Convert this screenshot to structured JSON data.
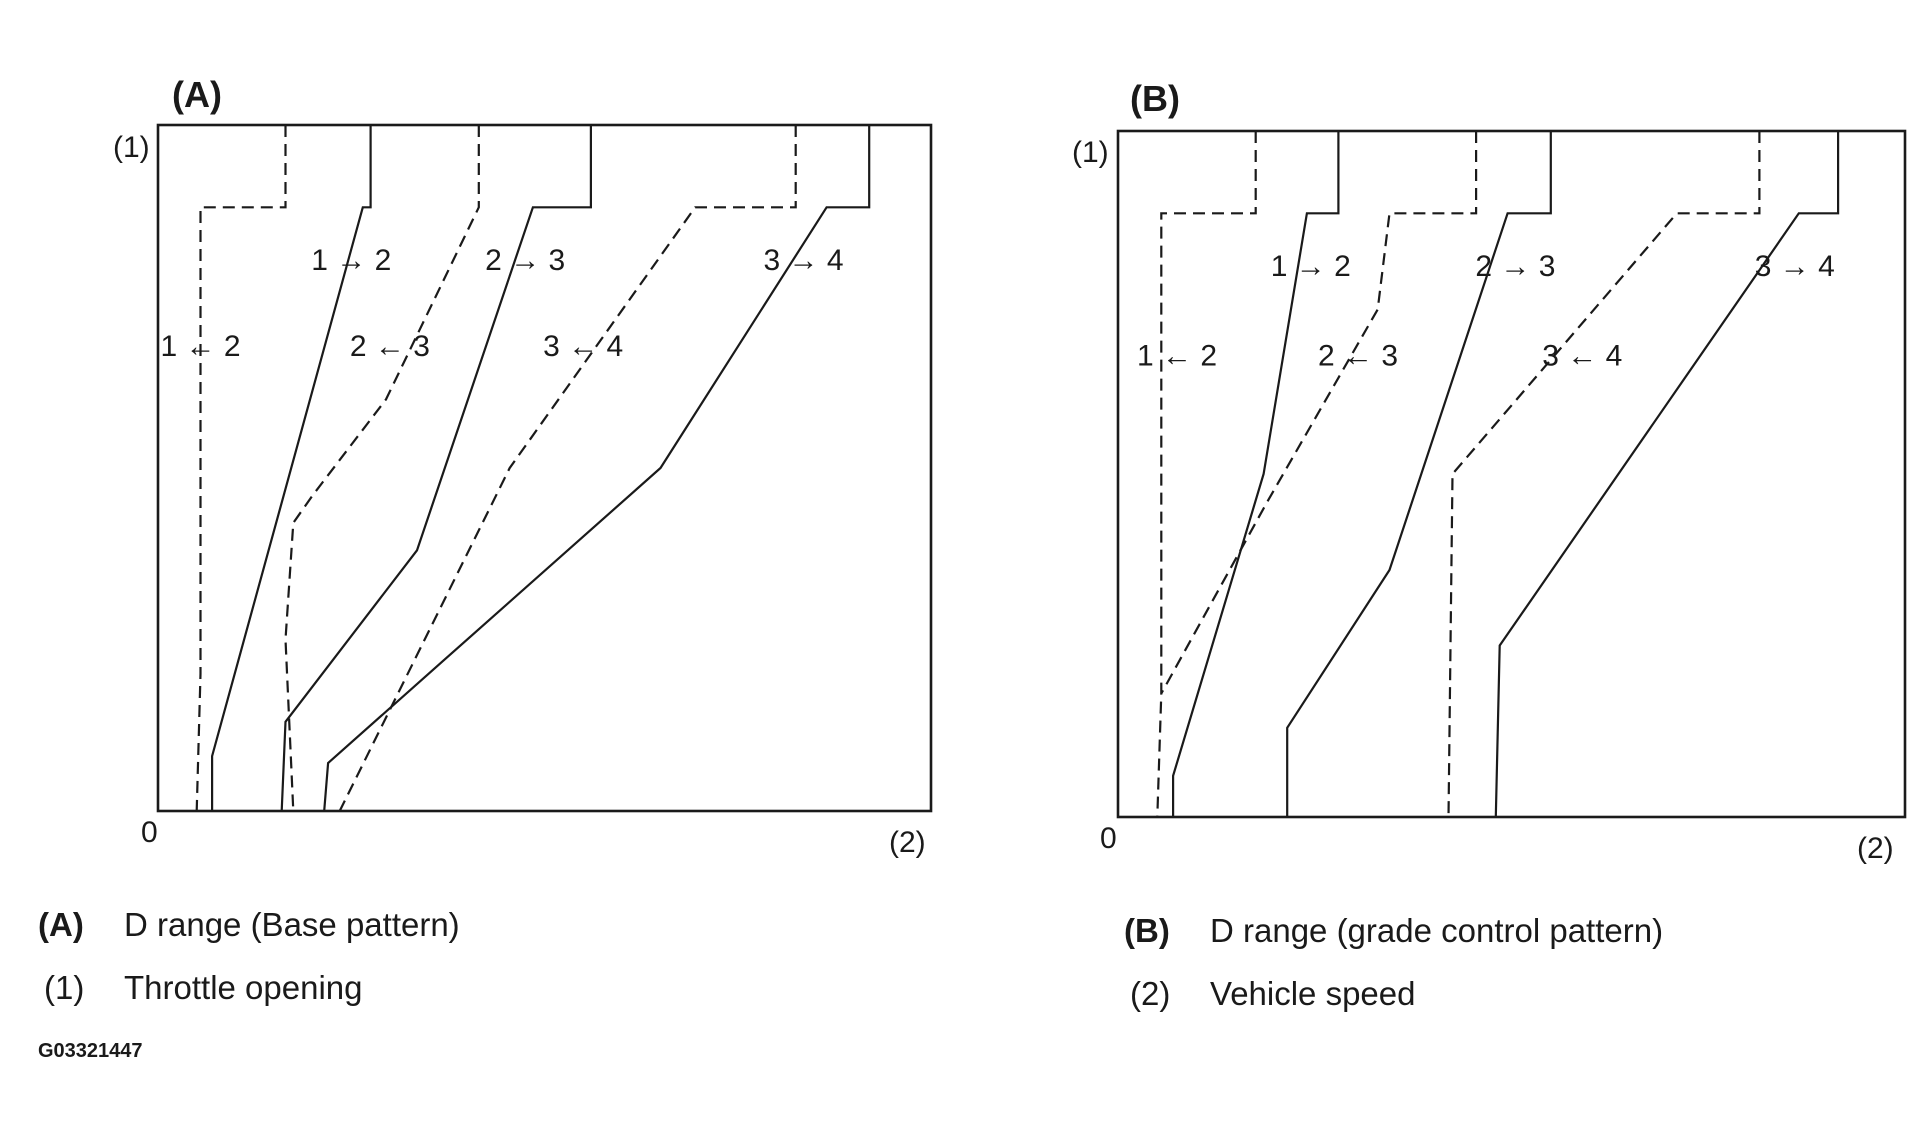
{
  "chart_data": [
    {
      "type": "line",
      "panel_label": "(A)",
      "ylabel": "(1)",
      "xlabel": "(2)",
      "origin_label": "0",
      "xlim": [
        0,
        100
      ],
      "ylim": [
        0,
        100
      ],
      "series": [
        {
          "style": "dashed",
          "label": "1 ← 2",
          "points": [
            [
              16.5,
              100
            ],
            [
              16.5,
              88
            ],
            [
              5.5,
              88
            ],
            [
              5.5,
              20
            ],
            [
              5,
              0
            ]
          ]
        },
        {
          "style": "solid",
          "label": "1 → 2",
          "points": [
            [
              27.5,
              100
            ],
            [
              27.5,
              88
            ],
            [
              26.5,
              88
            ],
            [
              7,
              8
            ],
            [
              7,
              0
            ]
          ]
        },
        {
          "style": "dashed",
          "label": "2 ← 3",
          "points": [
            [
              41.5,
              100
            ],
            [
              41.5,
              88
            ],
            [
              29.5,
              60
            ],
            [
              20,
              46
            ],
            [
              17.5,
              42
            ],
            [
              16.5,
              25
            ],
            [
              17.5,
              0
            ]
          ]
        },
        {
          "style": "solid",
          "label": "2 → 3",
          "points": [
            [
              56,
              100
            ],
            [
              56,
              88
            ],
            [
              48.5,
              88
            ],
            [
              33.5,
              38
            ],
            [
              16.5,
              13
            ],
            [
              16,
              0
            ]
          ]
        },
        {
          "style": "dashed",
          "label": "3 ← 4",
          "points": [
            [
              82.5,
              100
            ],
            [
              82.5,
              88
            ],
            [
              69.5,
              88
            ],
            [
              45.5,
              50
            ],
            [
              23.5,
              0
            ]
          ]
        },
        {
          "style": "solid",
          "label": "3 → 4",
          "points": [
            [
              92,
              100
            ],
            [
              92,
              88
            ],
            [
              86.5,
              88
            ],
            [
              65,
              50
            ],
            [
              37,
              22
            ],
            [
              22,
              7
            ],
            [
              21.5,
              0
            ]
          ]
        }
      ],
      "shift_labels": [
        {
          "text": "1 → 2",
          "x": 25,
          "y": 80
        },
        {
          "text": "2 → 3",
          "x": 47.5,
          "y": 80
        },
        {
          "text": "3 → 4",
          "x": 83.5,
          "y": 80
        },
        {
          "text": "1 ← 2",
          "x": 5.5,
          "y": 67.5
        },
        {
          "text": "2 ← 3",
          "x": 30,
          "y": 67.5
        },
        {
          "text": "3 ← 4",
          "x": 55,
          "y": 67.5
        }
      ]
    },
    {
      "type": "line",
      "panel_label": "(B)",
      "ylabel": "(1)",
      "xlabel": "(2)",
      "origin_label": "0",
      "xlim": [
        0,
        100
      ],
      "ylim": [
        0,
        100
      ],
      "series": [
        {
          "style": "dashed",
          "label": "1 ← 2",
          "points": [
            [
              17.5,
              100
            ],
            [
              17.5,
              88
            ],
            [
              5.5,
              88
            ],
            [
              5.5,
              18
            ],
            [
              5,
              0
            ]
          ]
        },
        {
          "style": "solid",
          "label": "1 → 2",
          "points": [
            [
              28,
              100
            ],
            [
              28,
              88
            ],
            [
              24,
              88
            ],
            [
              18.5,
              50
            ],
            [
              7,
              6
            ],
            [
              7,
              0
            ]
          ]
        },
        {
          "style": "dashed",
          "label": "2 ← 3",
          "points": [
            [
              45.5,
              100
            ],
            [
              45.5,
              88
            ],
            [
              34.5,
              88
            ],
            [
              33,
              74
            ],
            [
              19,
              46
            ],
            [
              5.5,
              18
            ]
          ]
        },
        {
          "style": "solid",
          "label": "2 → 3",
          "points": [
            [
              55,
              100
            ],
            [
              55,
              88
            ],
            [
              49.5,
              88
            ],
            [
              34.5,
              36
            ],
            [
              21.5,
              13
            ],
            [
              21.5,
              0
            ]
          ]
        },
        {
          "style": "dashed",
          "label": "3 ← 4",
          "points": [
            [
              81.5,
              100
            ],
            [
              81.5,
              88
            ],
            [
              71,
              88
            ],
            [
              42.5,
              50
            ],
            [
              42,
              0
            ]
          ]
        },
        {
          "style": "solid",
          "label": "3 → 4",
          "points": [
            [
              91.5,
              100
            ],
            [
              91.5,
              88
            ],
            [
              86.5,
              88
            ],
            [
              48.5,
              25
            ],
            [
              48,
              0
            ]
          ]
        }
      ],
      "shift_labels": [
        {
          "text": "1 → 2",
          "x": 24.5,
          "y": 80
        },
        {
          "text": "2 → 3",
          "x": 50.5,
          "y": 80
        },
        {
          "text": "3 → 4",
          "x": 86,
          "y": 80
        },
        {
          "text": "1 ← 2",
          "x": 7.5,
          "y": 67
        },
        {
          "text": "2 ← 3",
          "x": 30.5,
          "y": 67
        },
        {
          "text": "3 ← 4",
          "x": 59,
          "y": 67
        }
      ]
    }
  ],
  "legend": [
    {
      "key": "(A)",
      "text": "D range (Base pattern)"
    },
    {
      "key": "(1)",
      "text": "Throttle opening"
    },
    {
      "key": "(B)",
      "text": "D range (grade control pattern)"
    },
    {
      "key": "(2)",
      "text": "Vehicle speed"
    }
  ],
  "figure_code": "G03321447"
}
